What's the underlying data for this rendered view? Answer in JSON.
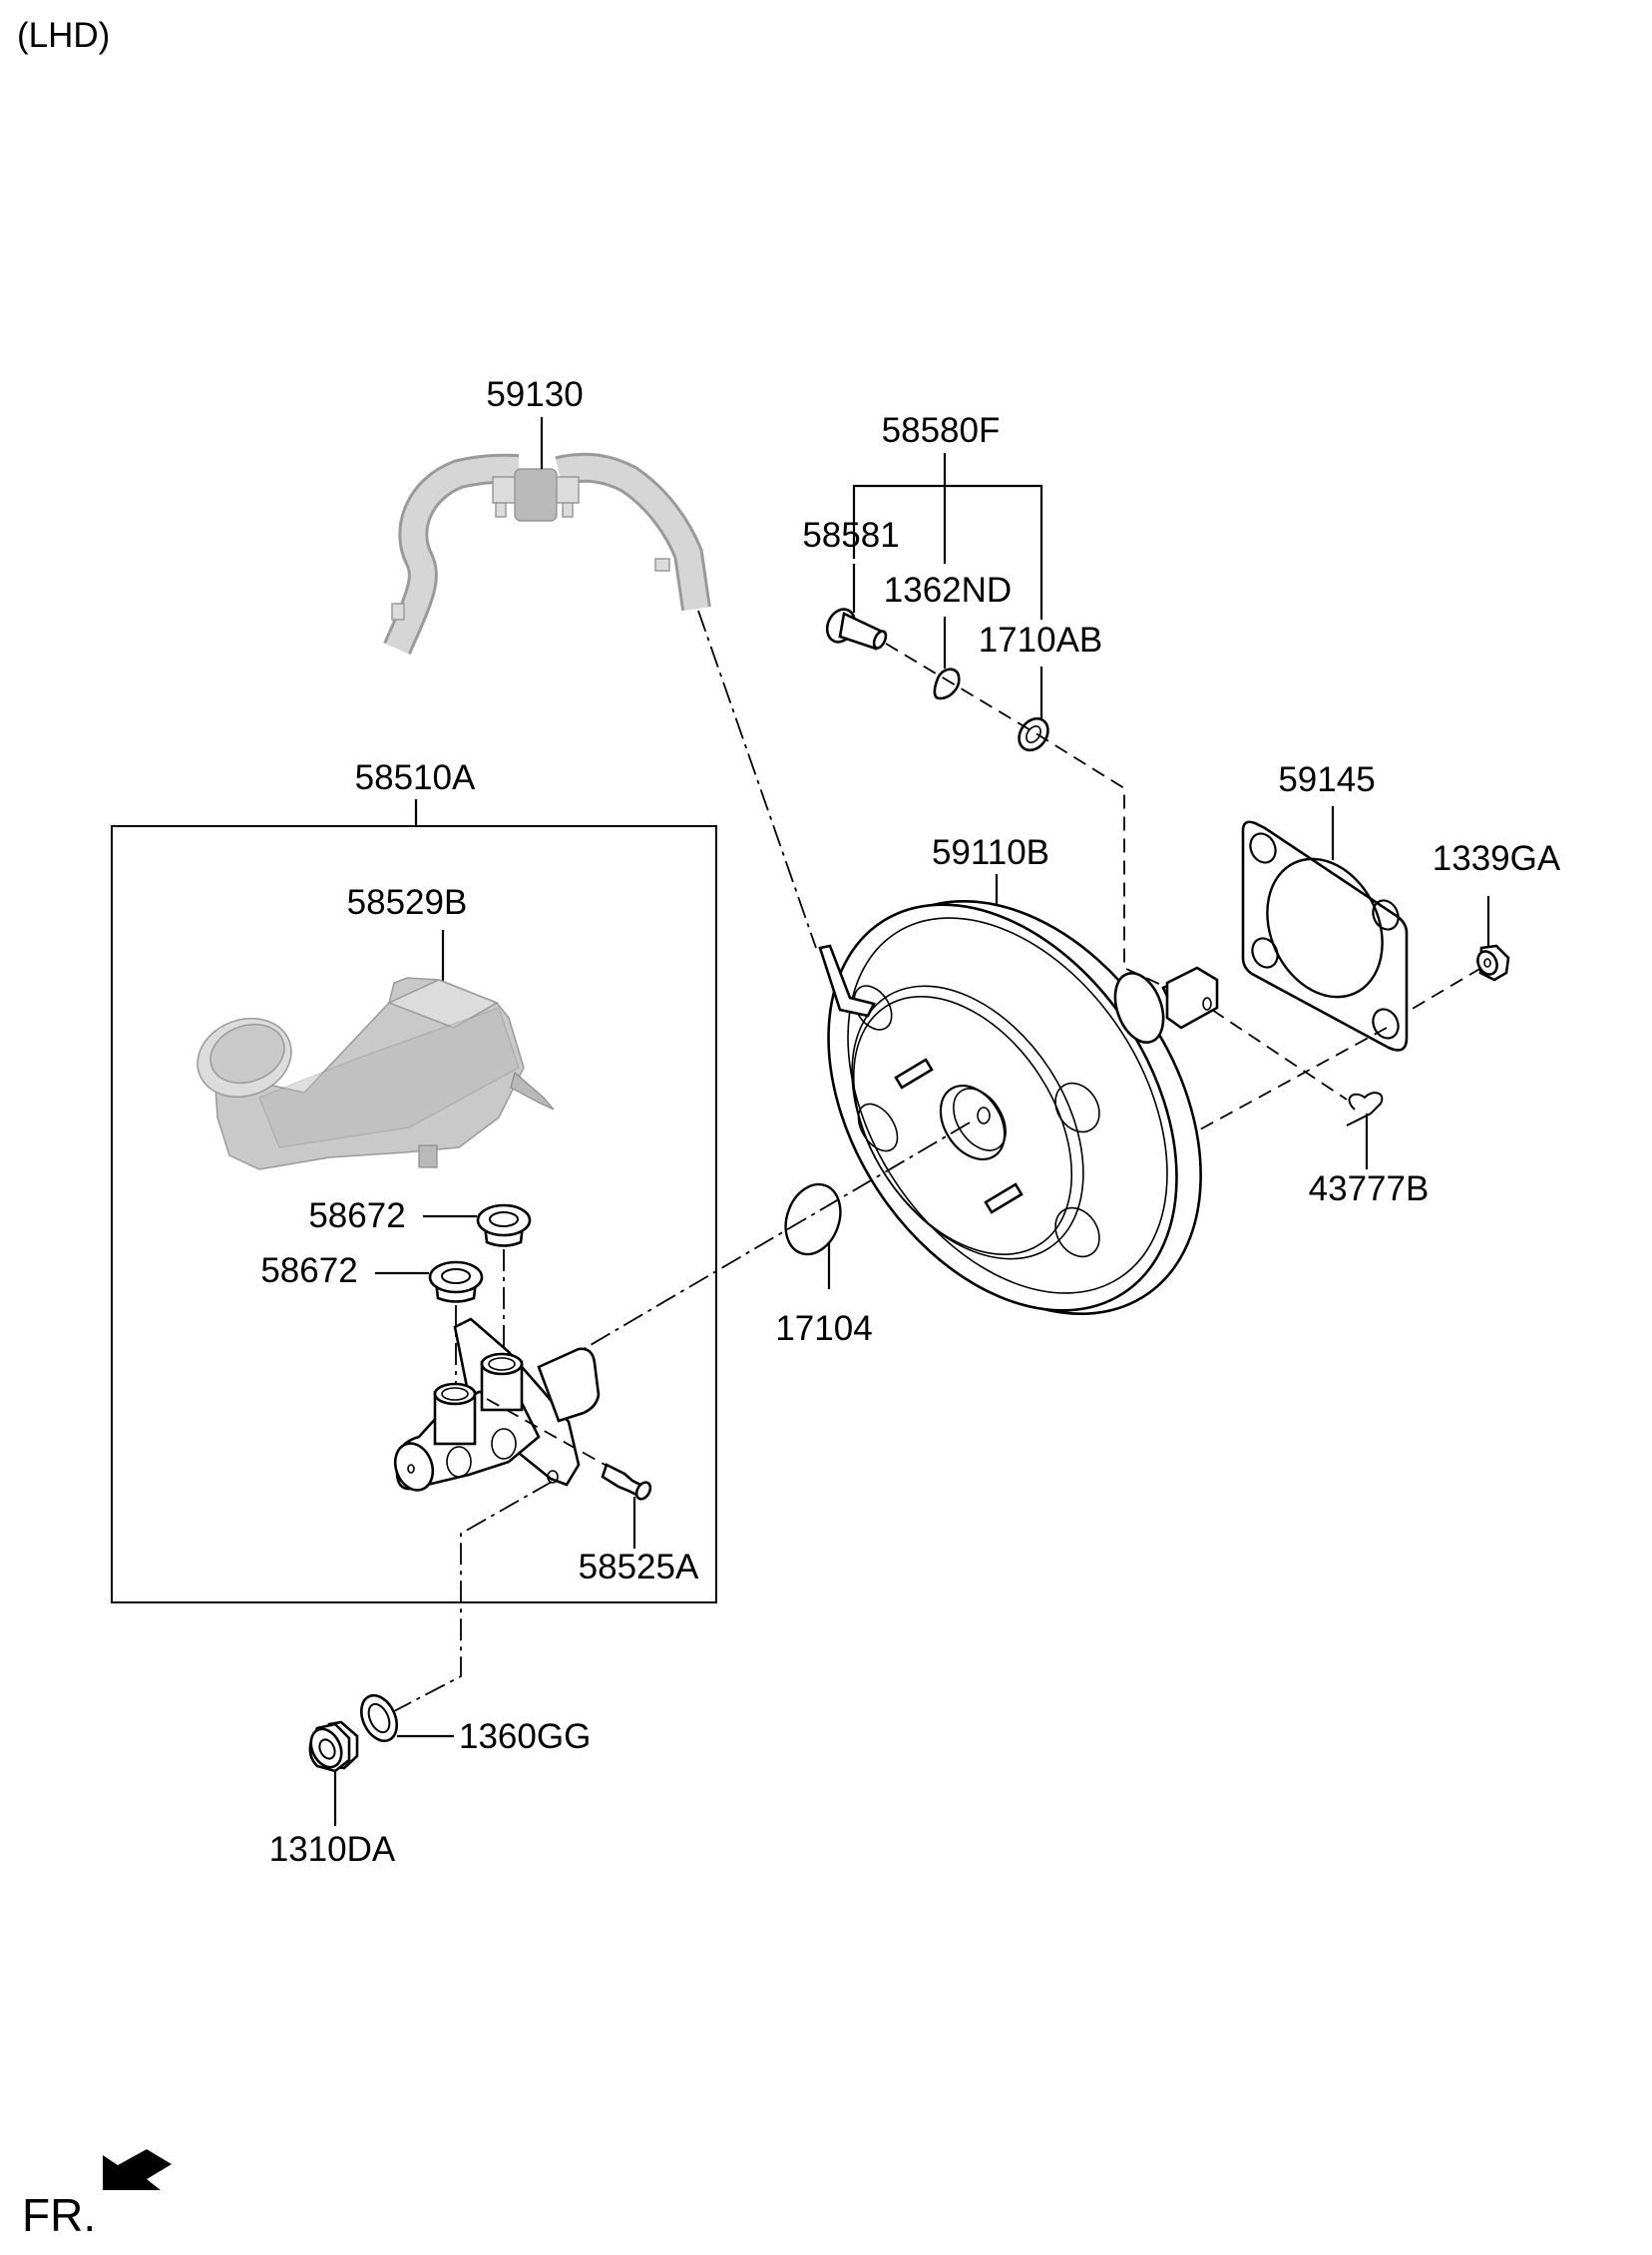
{
  "diagram": {
    "variant_label": "(LHD)",
    "direction_label": "FR.",
    "direction_icon": "front-direction-arrow-icon",
    "assembly_box_label": "58510A"
  },
  "parts": {
    "hose": "59130",
    "clevis_pin_kit": "58580F",
    "clevis_pin": "58581",
    "snap_pin": "1362ND",
    "washer_pin": "1710AB",
    "master_cylinder_assy": "58510A",
    "reservoir": "58529B",
    "grommet_1": "58672",
    "grommet_2": "58672",
    "pin_reservoir": "58525A",
    "booster": "59110B",
    "oring": "17104",
    "gasket": "59145",
    "nut_booster": "1339GA",
    "clip": "43777B",
    "washer": "1360GG",
    "nut_flange": "1310DA"
  }
}
